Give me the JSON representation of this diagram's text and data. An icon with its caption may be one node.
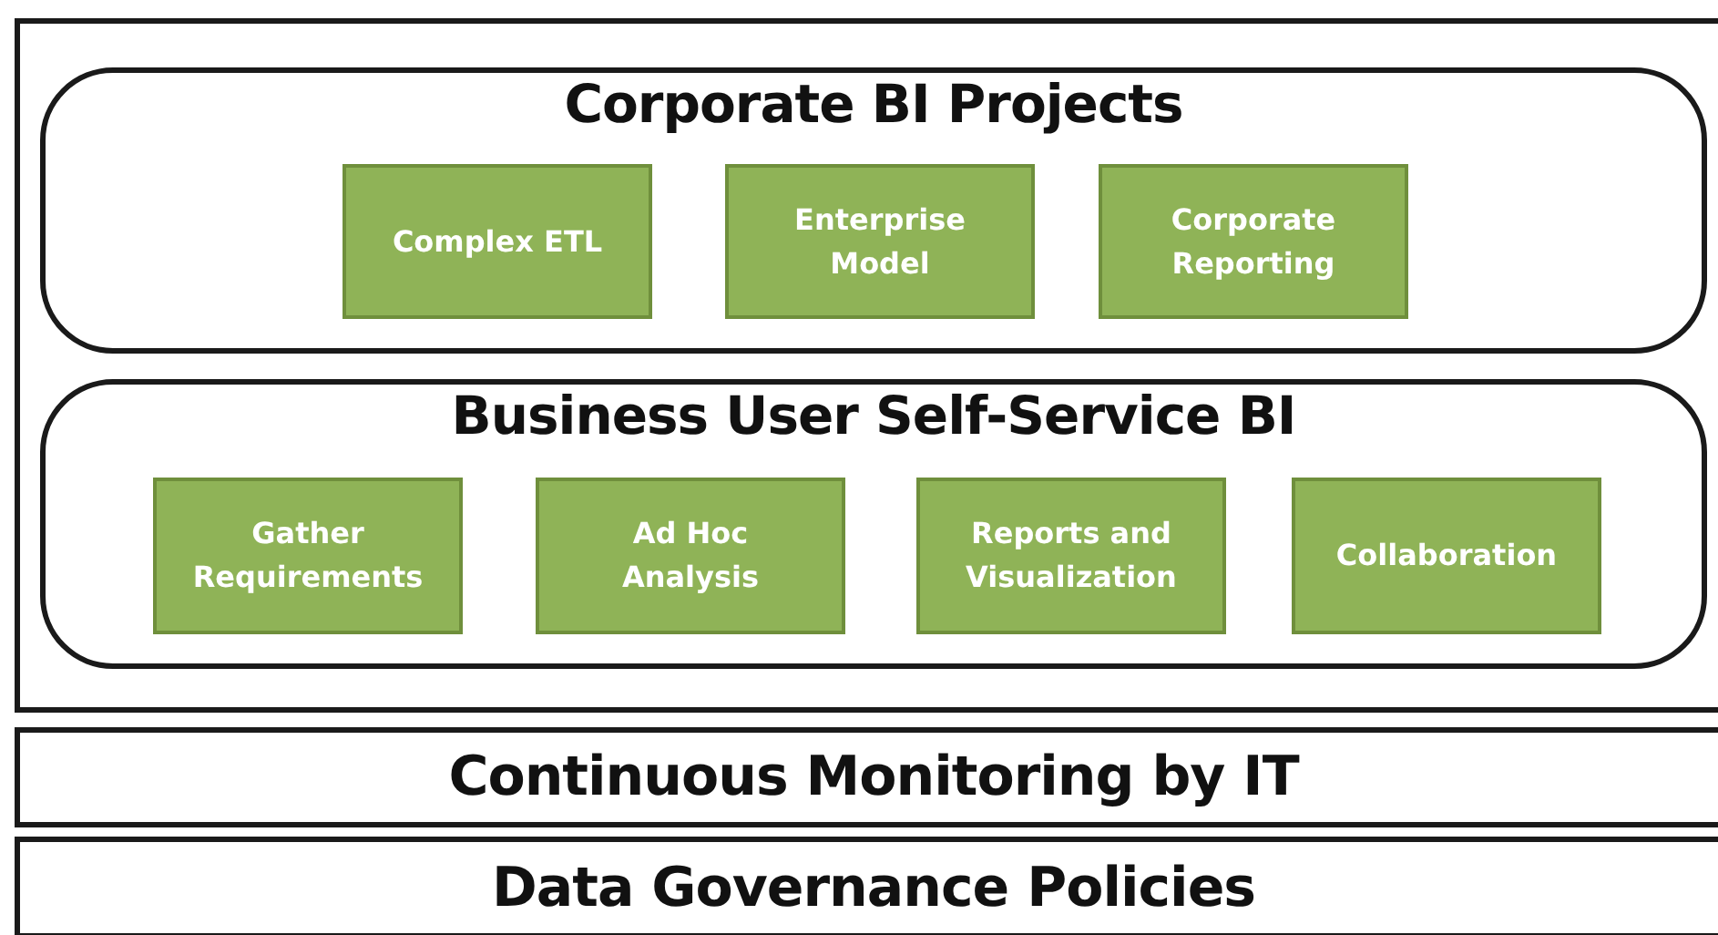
{
  "diagram": {
    "nodes": [
      {
        "text": [],
        "shape": "box"
      },
      {
        "text": [
          "Corporate BI Projects"
        ],
        "in": 0
      },
      {
        "text": [
          "Complex ETL"
        ],
        "in": 1
      },
      {
        "text": [
          "Enterprise Model"
        ],
        "in": 1
      },
      {
        "text": [
          "Corporate Reporting"
        ],
        "in": 1
      },
      {
        "text": [
          "Business User Self-Service BI"
        ],
        "in": 0
      },
      {
        "text": [
          "Gather Requirements"
        ],
        "in": 5
      },
      {
        "text": [
          "Ad Hoc Analysis"
        ],
        "in": 5
      },
      {
        "text": [
          "Reports and Visualization"
        ],
        "in": 5
      },
      {
        "text": [
          "Collaboration"
        ],
        "in": 5
      },
      {
        "text": [
          "Continuous Monitoring by IT"
        ]
      },
      {
        "text": [
          "Data Governance Policies"
        ]
      }
    ]
  }
}
